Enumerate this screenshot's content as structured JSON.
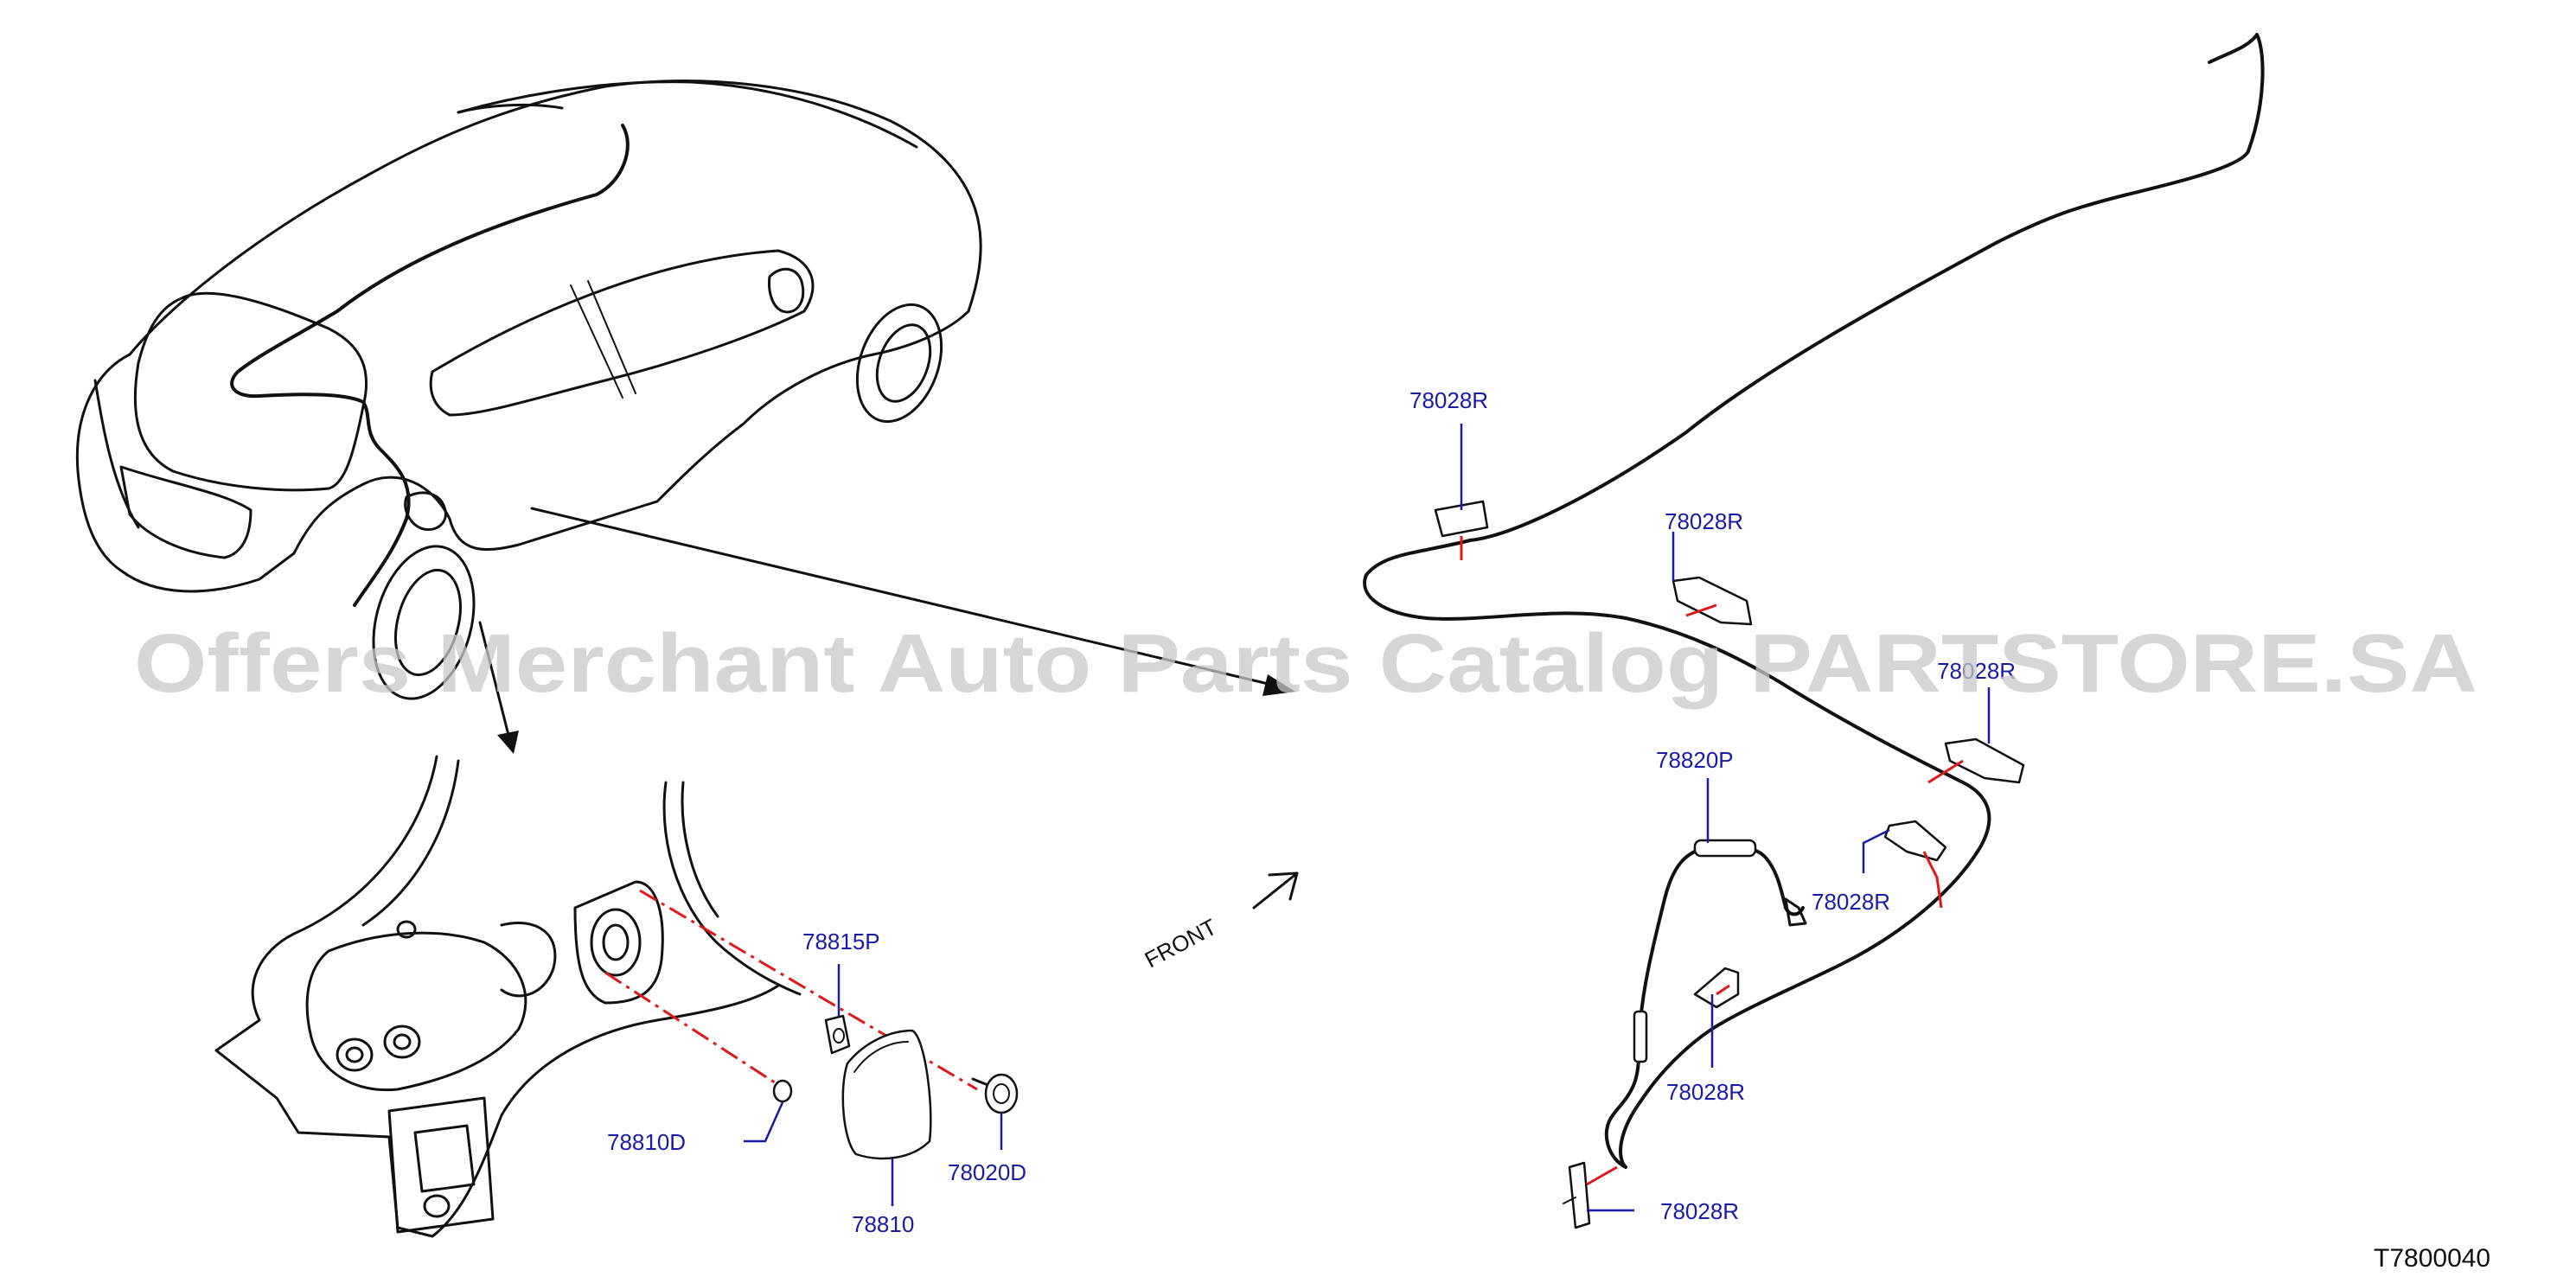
{
  "diagram": {
    "diagram_id": "T7800040",
    "watermark": "Offers Merchant Auto Parts Catalog PARTSTORE.SA",
    "front_label": "FRONT",
    "callouts": {
      "clip_top": "78028R",
      "clip_upper_mid": "78028R",
      "clip_right": "78028R",
      "cable_assembly": "78820P",
      "clip_lower_right": "78028R",
      "clip_lower_mid": "78028R",
      "clip_bottom": "78028R",
      "housing": "78815P",
      "screw_grommet": "78810D",
      "fuel_lid": "78810",
      "screw": "78020D"
    }
  }
}
